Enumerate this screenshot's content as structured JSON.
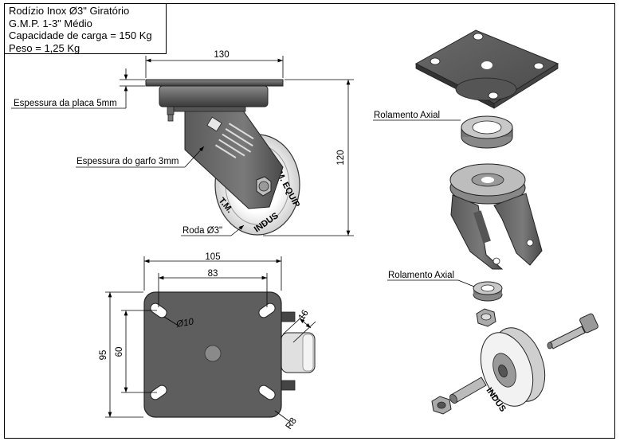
{
  "title_block": {
    "line1": "Rodízio Inox Ø3\" Giratório",
    "line2": "G.M.P. 1-3\" Médio",
    "line3": "Capacidade de carga = 150 Kg",
    "line4": "Peso = 1,25 Kg"
  },
  "side_view": {
    "dim_width": "130",
    "dim_height": "120",
    "label_plate": "Espessura da placa 5mm",
    "label_fork": "Espessura do garfo 3mm",
    "label_wheel": "Roda Ø3\"",
    "wheel_text_top": "T.M. EQUIP",
    "wheel_text_bottom": "INDUS"
  },
  "top_view": {
    "dim_outer_width": "105",
    "dim_hole_width": "83",
    "dim_outer_height": "95",
    "dim_hole_height": "60",
    "dim_hole_dia": "Ø10",
    "dim_wheel_width": "16",
    "dim_radius": "R8"
  },
  "exploded_view": {
    "label_bearing_top": "Rolamento Axial",
    "label_bearing_bottom": "Rolamento Axial",
    "wheel_text": "INDUS"
  },
  "colors": {
    "plate": "#5f5f5f",
    "plate_dark": "#3e3e3e",
    "fork": "#6a6a6a",
    "wheel": "#eeeeee",
    "line": "#000000"
  }
}
